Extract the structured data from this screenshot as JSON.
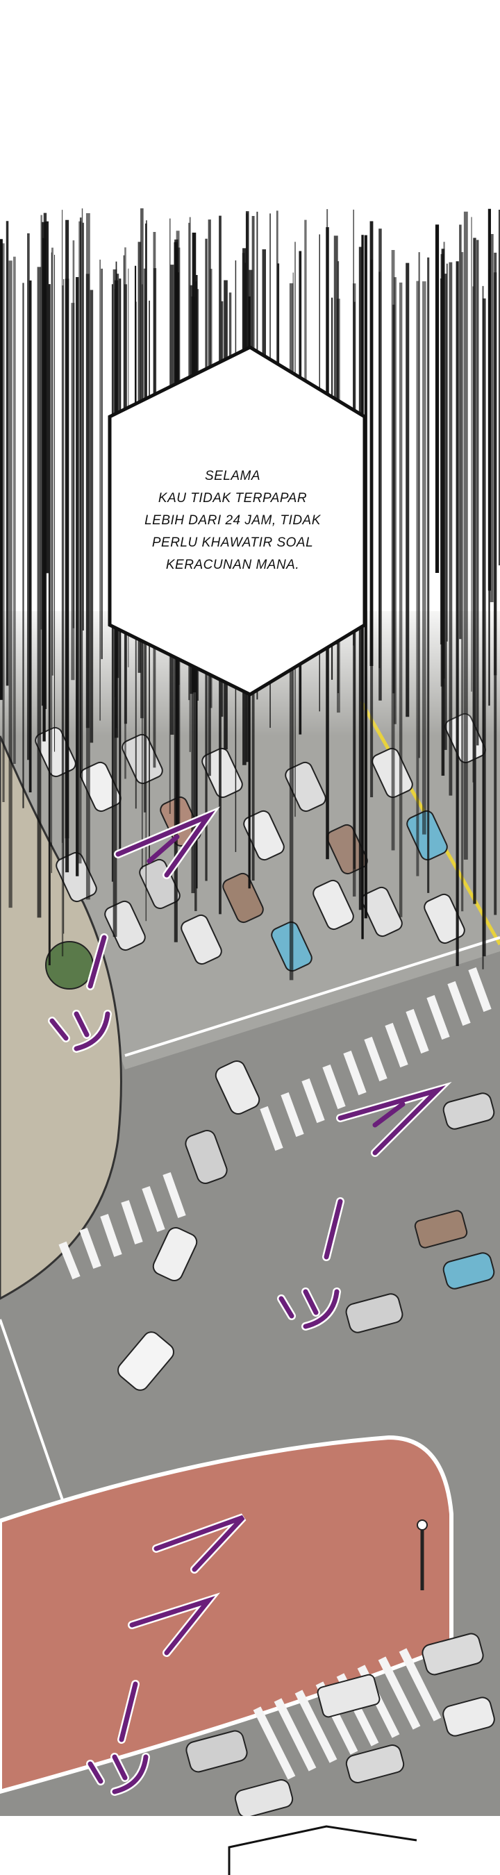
{
  "panel": {
    "caption": "SELAMA\nKAU TIDAK TERPAPAR\nLEBIH DARI 24 JAM, TIDAK\nPERLU KHAWATIR SOAL\nKERACUNAN MANA."
  },
  "sound_effects": [
    "ブーッ",
    "ブーッ",
    "ブブーッ"
  ],
  "colors": {
    "background": "#ffffff",
    "asphalt": "#8c8c8a",
    "sidewalk": "#bdb6a5",
    "red_plaza": "#c27a6b",
    "sfx": "#6a1f7a",
    "speed_lines": "#111111"
  }
}
